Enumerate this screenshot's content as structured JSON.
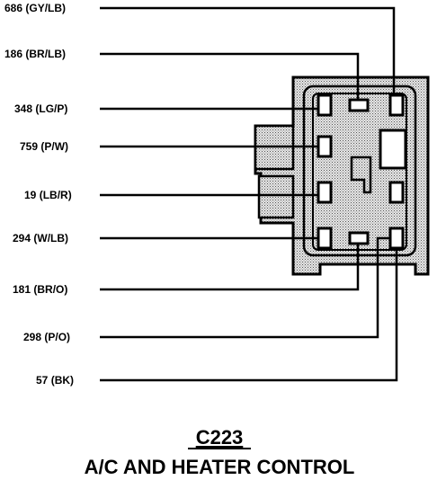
{
  "wires": [
    {
      "circuit": "686",
      "color": "(GY/LB)"
    },
    {
      "circuit": "186",
      "color": "(BR/LB)"
    },
    {
      "circuit": "348",
      "color": "(LG/P)"
    },
    {
      "circuit": "759",
      "color": "(P/W)"
    },
    {
      "circuit": "19",
      "color": "(LB/R)"
    },
    {
      "circuit": "294",
      "color": "(W/LB)"
    },
    {
      "circuit": "181",
      "color": "(BR/O)"
    },
    {
      "circuit": "298",
      "color": "(P/O)"
    },
    {
      "circuit": "57",
      "color": "(BK)"
    }
  ],
  "connector": {
    "id": "C223",
    "title": "A/C AND HEATER CONTROL"
  }
}
